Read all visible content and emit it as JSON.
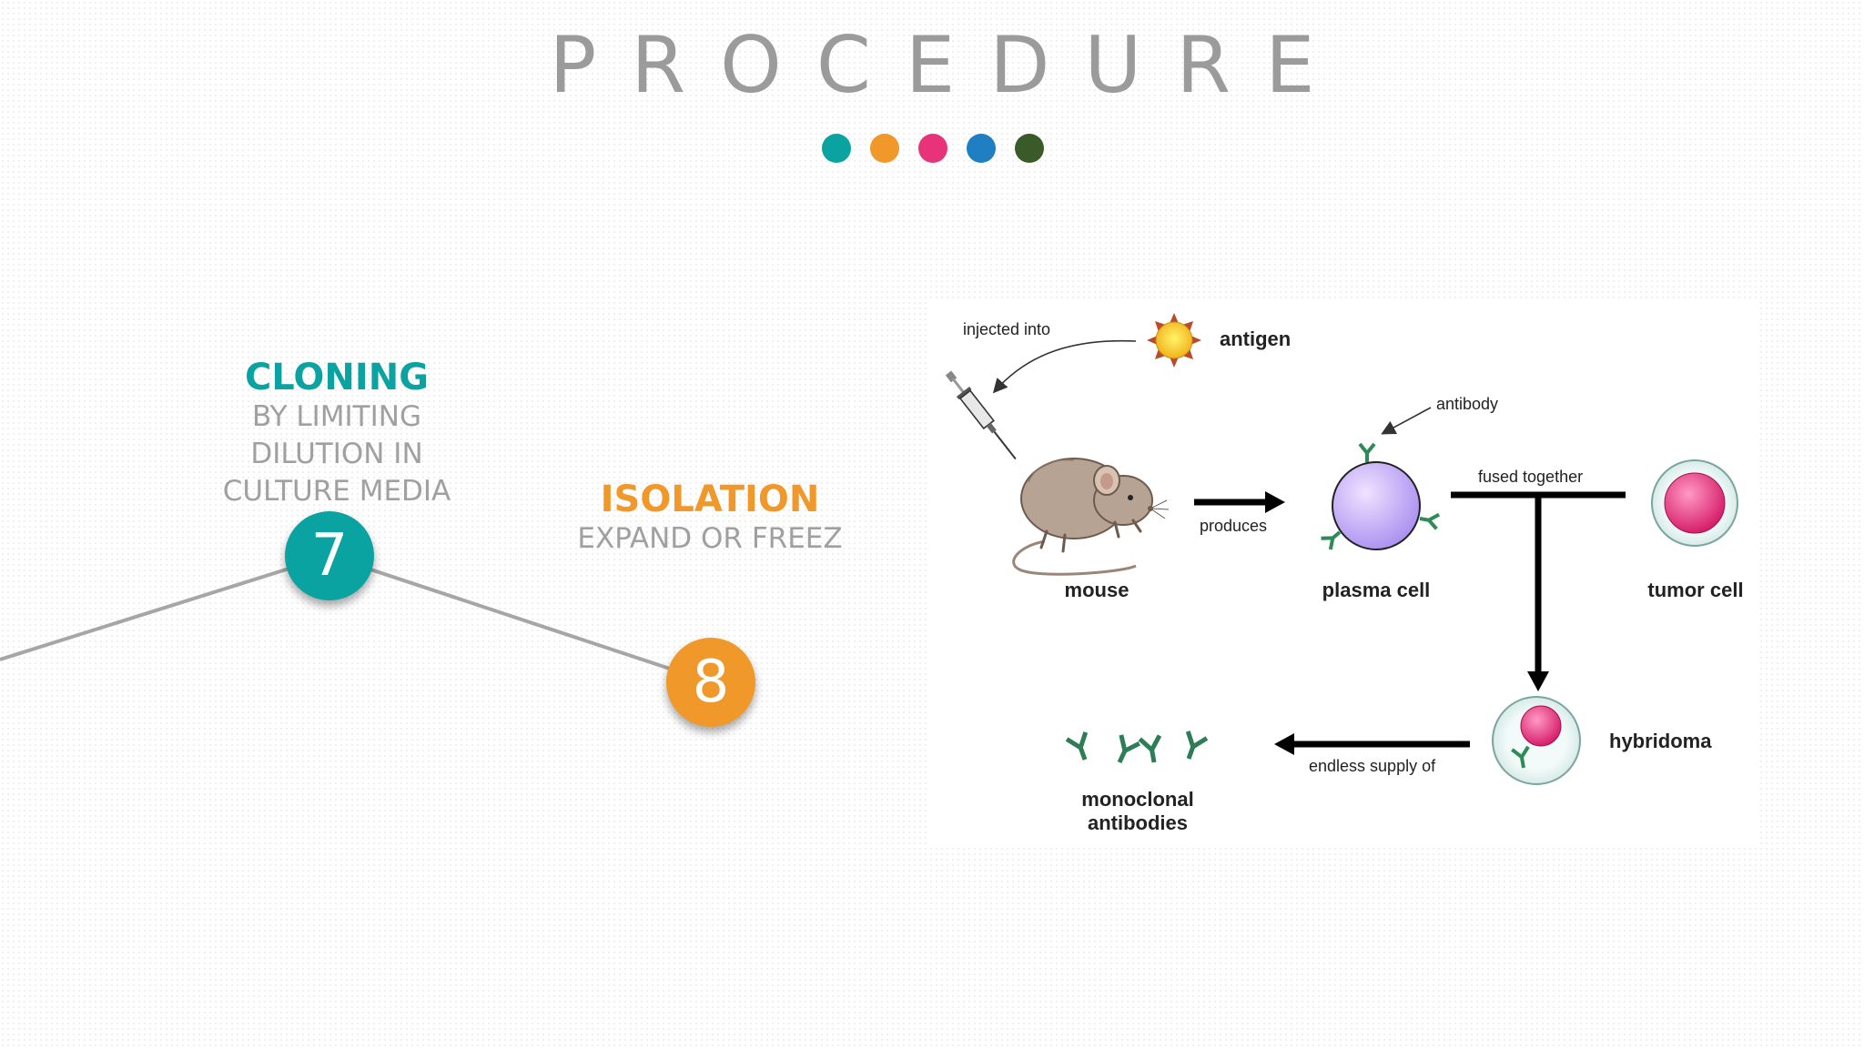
{
  "page": {
    "title": "PROCEDURE",
    "accent_dots": [
      "#0aa3a1",
      "#f0982a",
      "#e8327a",
      "#1f7fc2",
      "#3a5a2a"
    ]
  },
  "steps": [
    {
      "number": "7",
      "heading": "CLONING",
      "description": [
        "BY LIMITING",
        "DILUTION IN",
        "CULTURE MEDIA"
      ],
      "color": "#0aa3a1"
    },
    {
      "number": "8",
      "heading": "ISOLATION",
      "description": [
        "EXPAND OR FREEZ"
      ],
      "color": "#f0982a"
    }
  ],
  "figure": {
    "labels": {
      "injected_into": "injected into",
      "antigen": "antigen",
      "antibody": "antibody",
      "mouse": "mouse",
      "produces": "produces",
      "plasma_cell": "plasma cell",
      "fused_together": "fused together",
      "tumor_cell": "tumor cell",
      "hybridoma": "hybridoma",
      "endless_supply_of": "endless supply of",
      "monoclonal_antibodies": [
        "monoclonal",
        "antibodies"
      ]
    }
  }
}
